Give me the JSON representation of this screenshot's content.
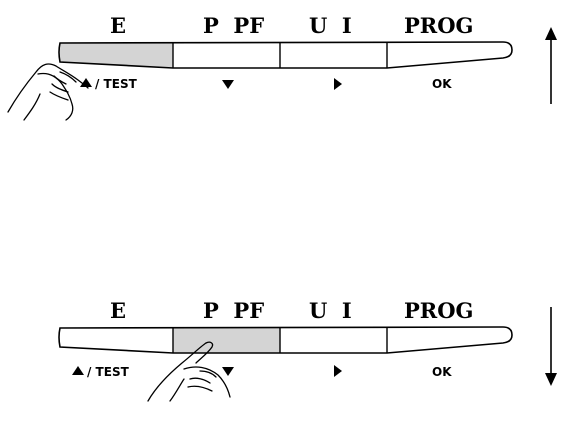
{
  "panels": [
    {
      "id": "top",
      "direction": "up",
      "highlighted_key": "E",
      "labels": {
        "e": "E",
        "ppf": "P  PF",
        "ui": "U  I",
        "prog": "PROG"
      },
      "sublabels": {
        "test": "/ TEST",
        "ok": "OK"
      },
      "icons": [
        "hand-pointer-icon",
        "up-triangle-icon",
        "down-triangle-icon",
        "right-triangle-icon",
        "up-arrow-icon"
      ]
    },
    {
      "id": "bottom",
      "direction": "down",
      "highlighted_key": "P PF",
      "labels": {
        "e": "E",
        "ppf": "P  PF",
        "ui": "U  I",
        "prog": "PROG"
      },
      "sublabels": {
        "test": "/ TEST",
        "ok": "OK"
      },
      "icons": [
        "hand-pointer-icon",
        "up-triangle-icon",
        "down-triangle-icon",
        "right-triangle-icon",
        "down-arrow-icon"
      ]
    }
  ],
  "colors": {
    "highlight": "#d4d4d4",
    "line": "#000000",
    "background": "#ffffff"
  }
}
